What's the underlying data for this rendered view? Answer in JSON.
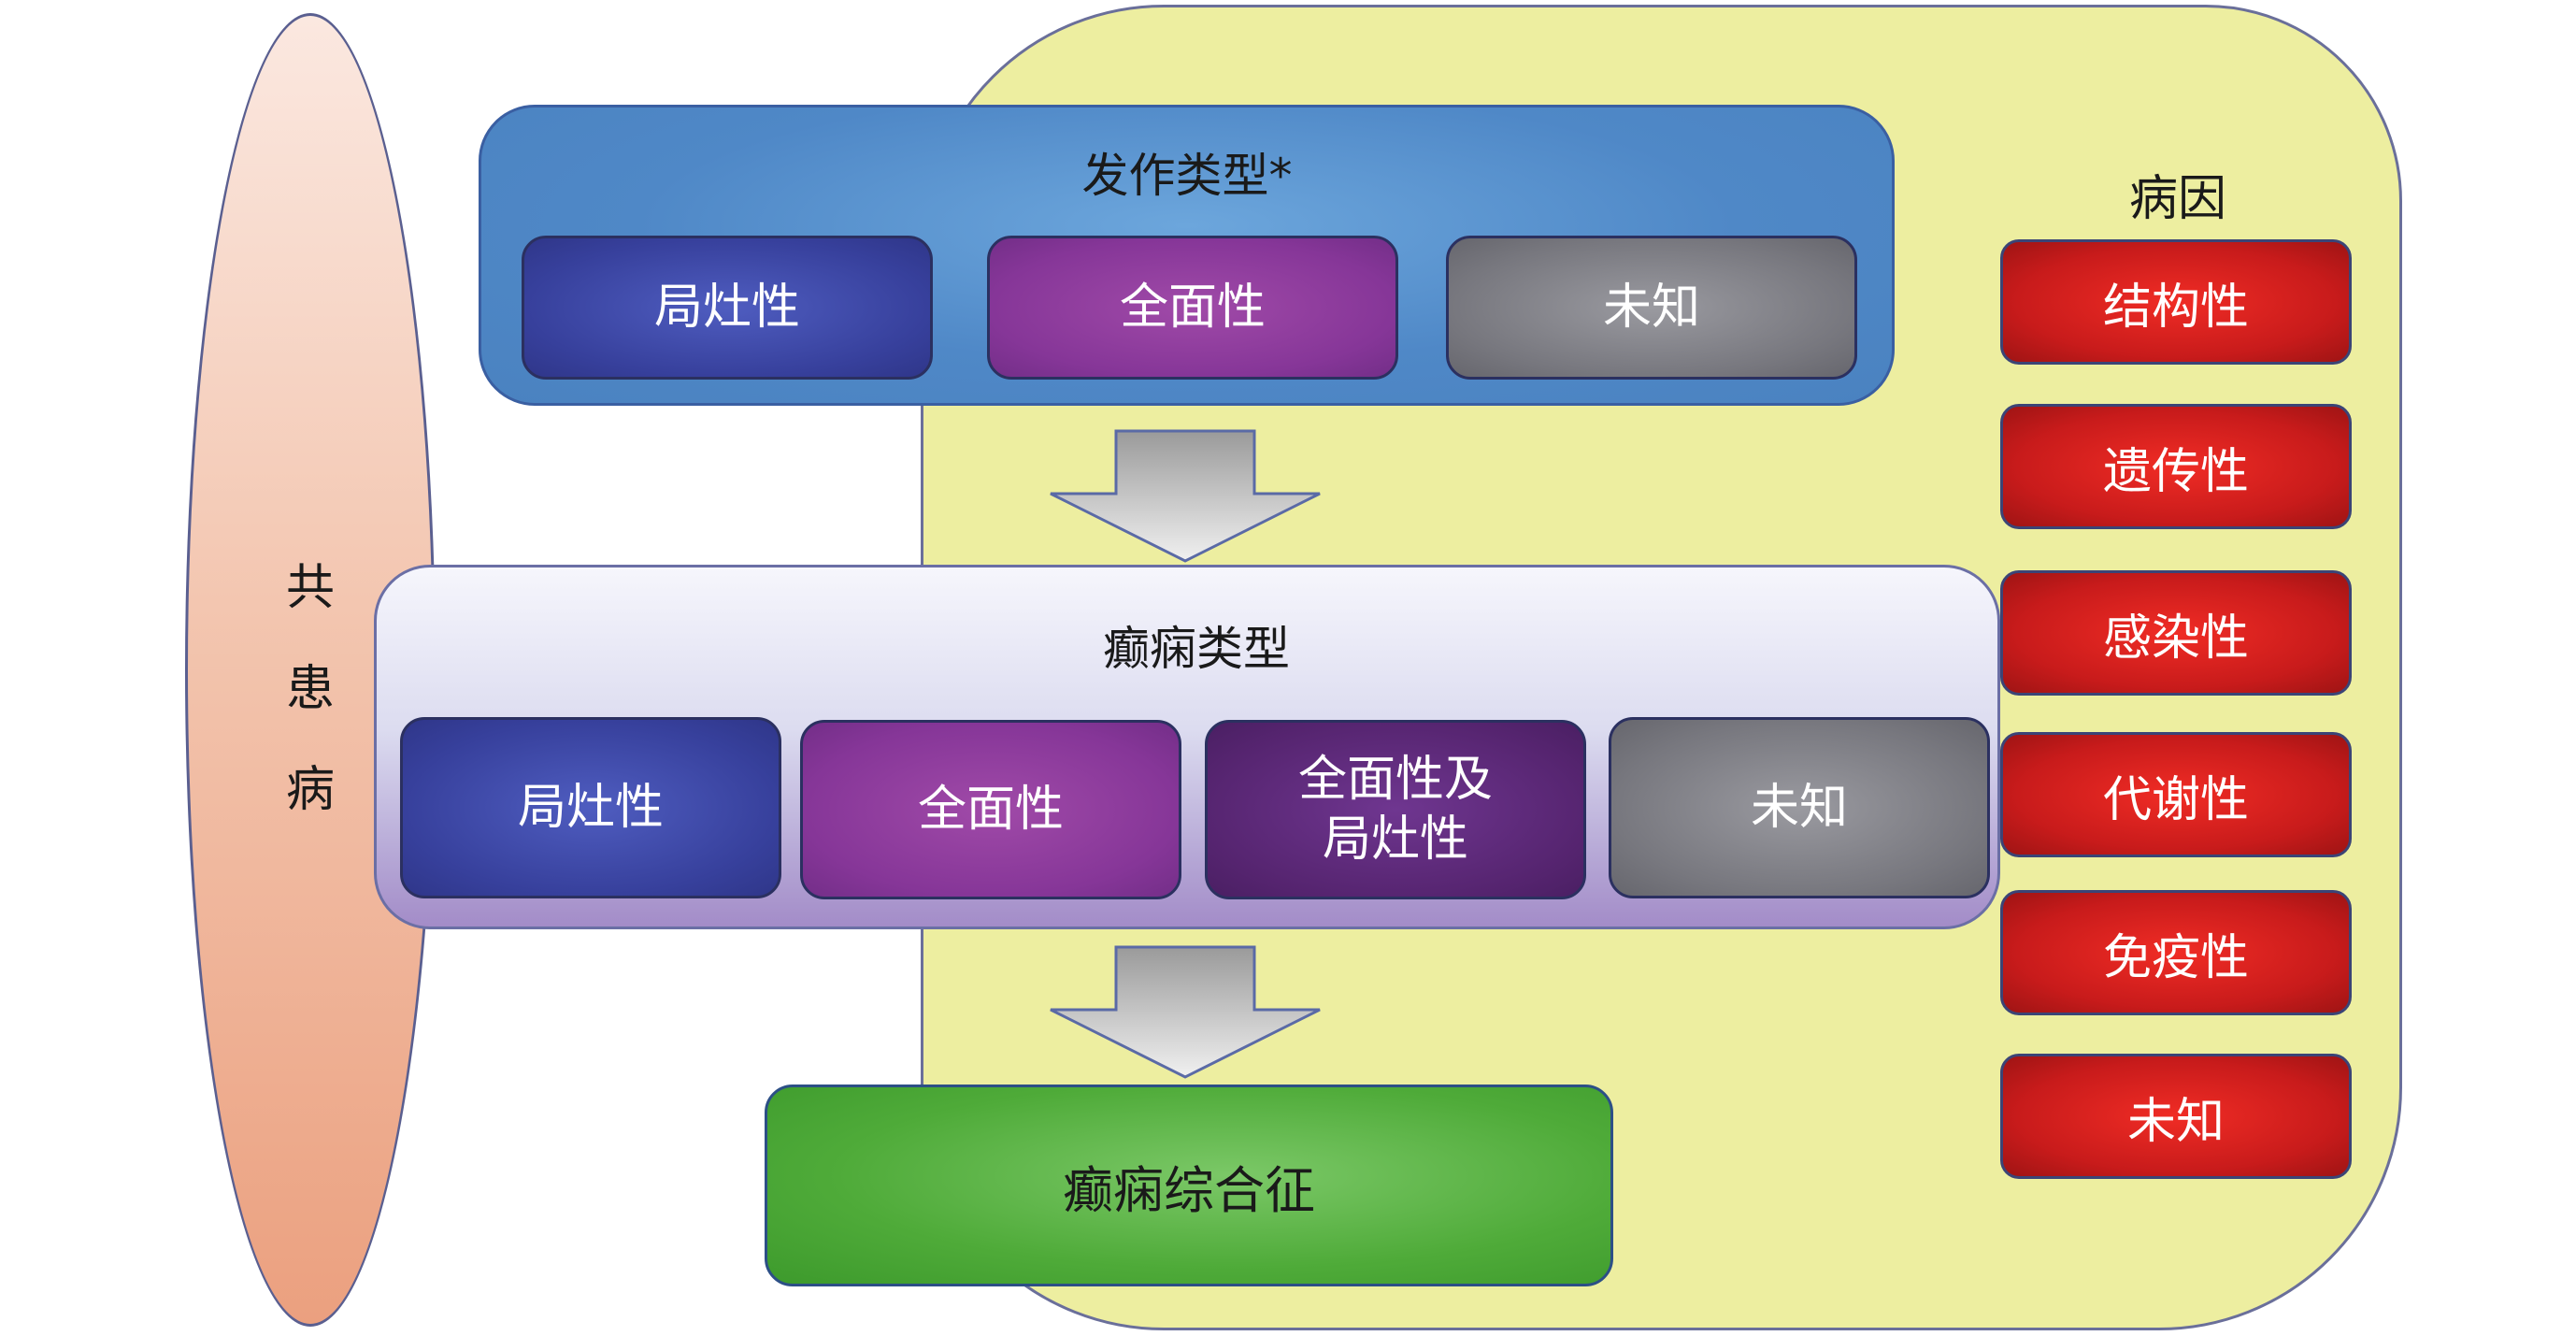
{
  "comorbidity": {
    "label": "共\n患\n病"
  },
  "seizure_types": {
    "title": "发作类型*",
    "items": [
      "局灶性",
      "全面性",
      "未知"
    ]
  },
  "epilepsy_types": {
    "title": "癫痫类型",
    "items": [
      "局灶性",
      "全面性",
      "全面性及\n局灶性",
      "未知"
    ]
  },
  "syndrome": {
    "label": "癫痫综合征"
  },
  "etiology": {
    "title": "病因",
    "items": [
      "结构性",
      "遗传性",
      "感染性",
      "代谢性",
      "免疫性",
      "未知"
    ]
  },
  "colors": {
    "etiology_bg": "#edeea0",
    "seizure_panel": "#4f88c7",
    "focal": "#37409c",
    "generalized": "#863698",
    "combined": "#55246f",
    "unknown": "#77777e",
    "syndrome": "#4fab39",
    "etiology_box": "#c81b1b",
    "comorbidity": "#f3c6b0"
  }
}
